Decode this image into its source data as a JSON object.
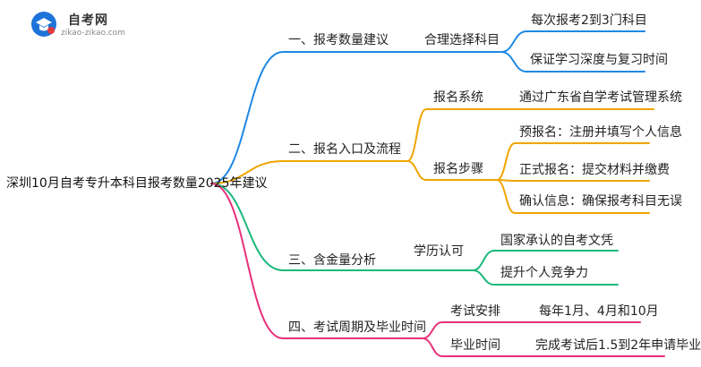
{
  "logo": {
    "title": "自考网",
    "subtitle": "zikao-zikao.com",
    "colors": {
      "badge_blue": "#1e73d8",
      "badge_red": "#e23b3b"
    }
  },
  "root": {
    "label": "深圳10月自考专升本科目报考数量2025年建议"
  },
  "branches": [
    {
      "label": "一、报考数量建议",
      "color": "#1e88e5",
      "children": [
        {
          "label": "合理选择科目",
          "children": [
            "每次报考2到3门科目",
            "保证学习深度与复习时间"
          ]
        }
      ]
    },
    {
      "label": "二、报名入口及流程",
      "color": "#f0a500",
      "children": [
        {
          "label": "报名系统",
          "children": [
            "通过广东省自学考试管理系统"
          ]
        },
        {
          "label": "报名步骤",
          "children": [
            "预报名：注册并填写个人信息",
            "正式报名：提交材料并缴费",
            "确认信息：确保报考科目无误"
          ]
        }
      ]
    },
    {
      "label": "三、含金量分析",
      "color": "#1bb87a",
      "children": [
        {
          "label": "学历认可",
          "children": [
            "国家承认的自考文凭",
            "提升个人竞争力"
          ]
        }
      ]
    },
    {
      "label": "四、考试周期及毕业时间",
      "color": "#e8307a",
      "children": [
        {
          "label": "考试安排",
          "children": [
            "每年1月、4月和10月"
          ]
        },
        {
          "label": "毕业时间",
          "children": [
            "完成考试后1.5到2年申请毕业"
          ]
        }
      ]
    }
  ]
}
